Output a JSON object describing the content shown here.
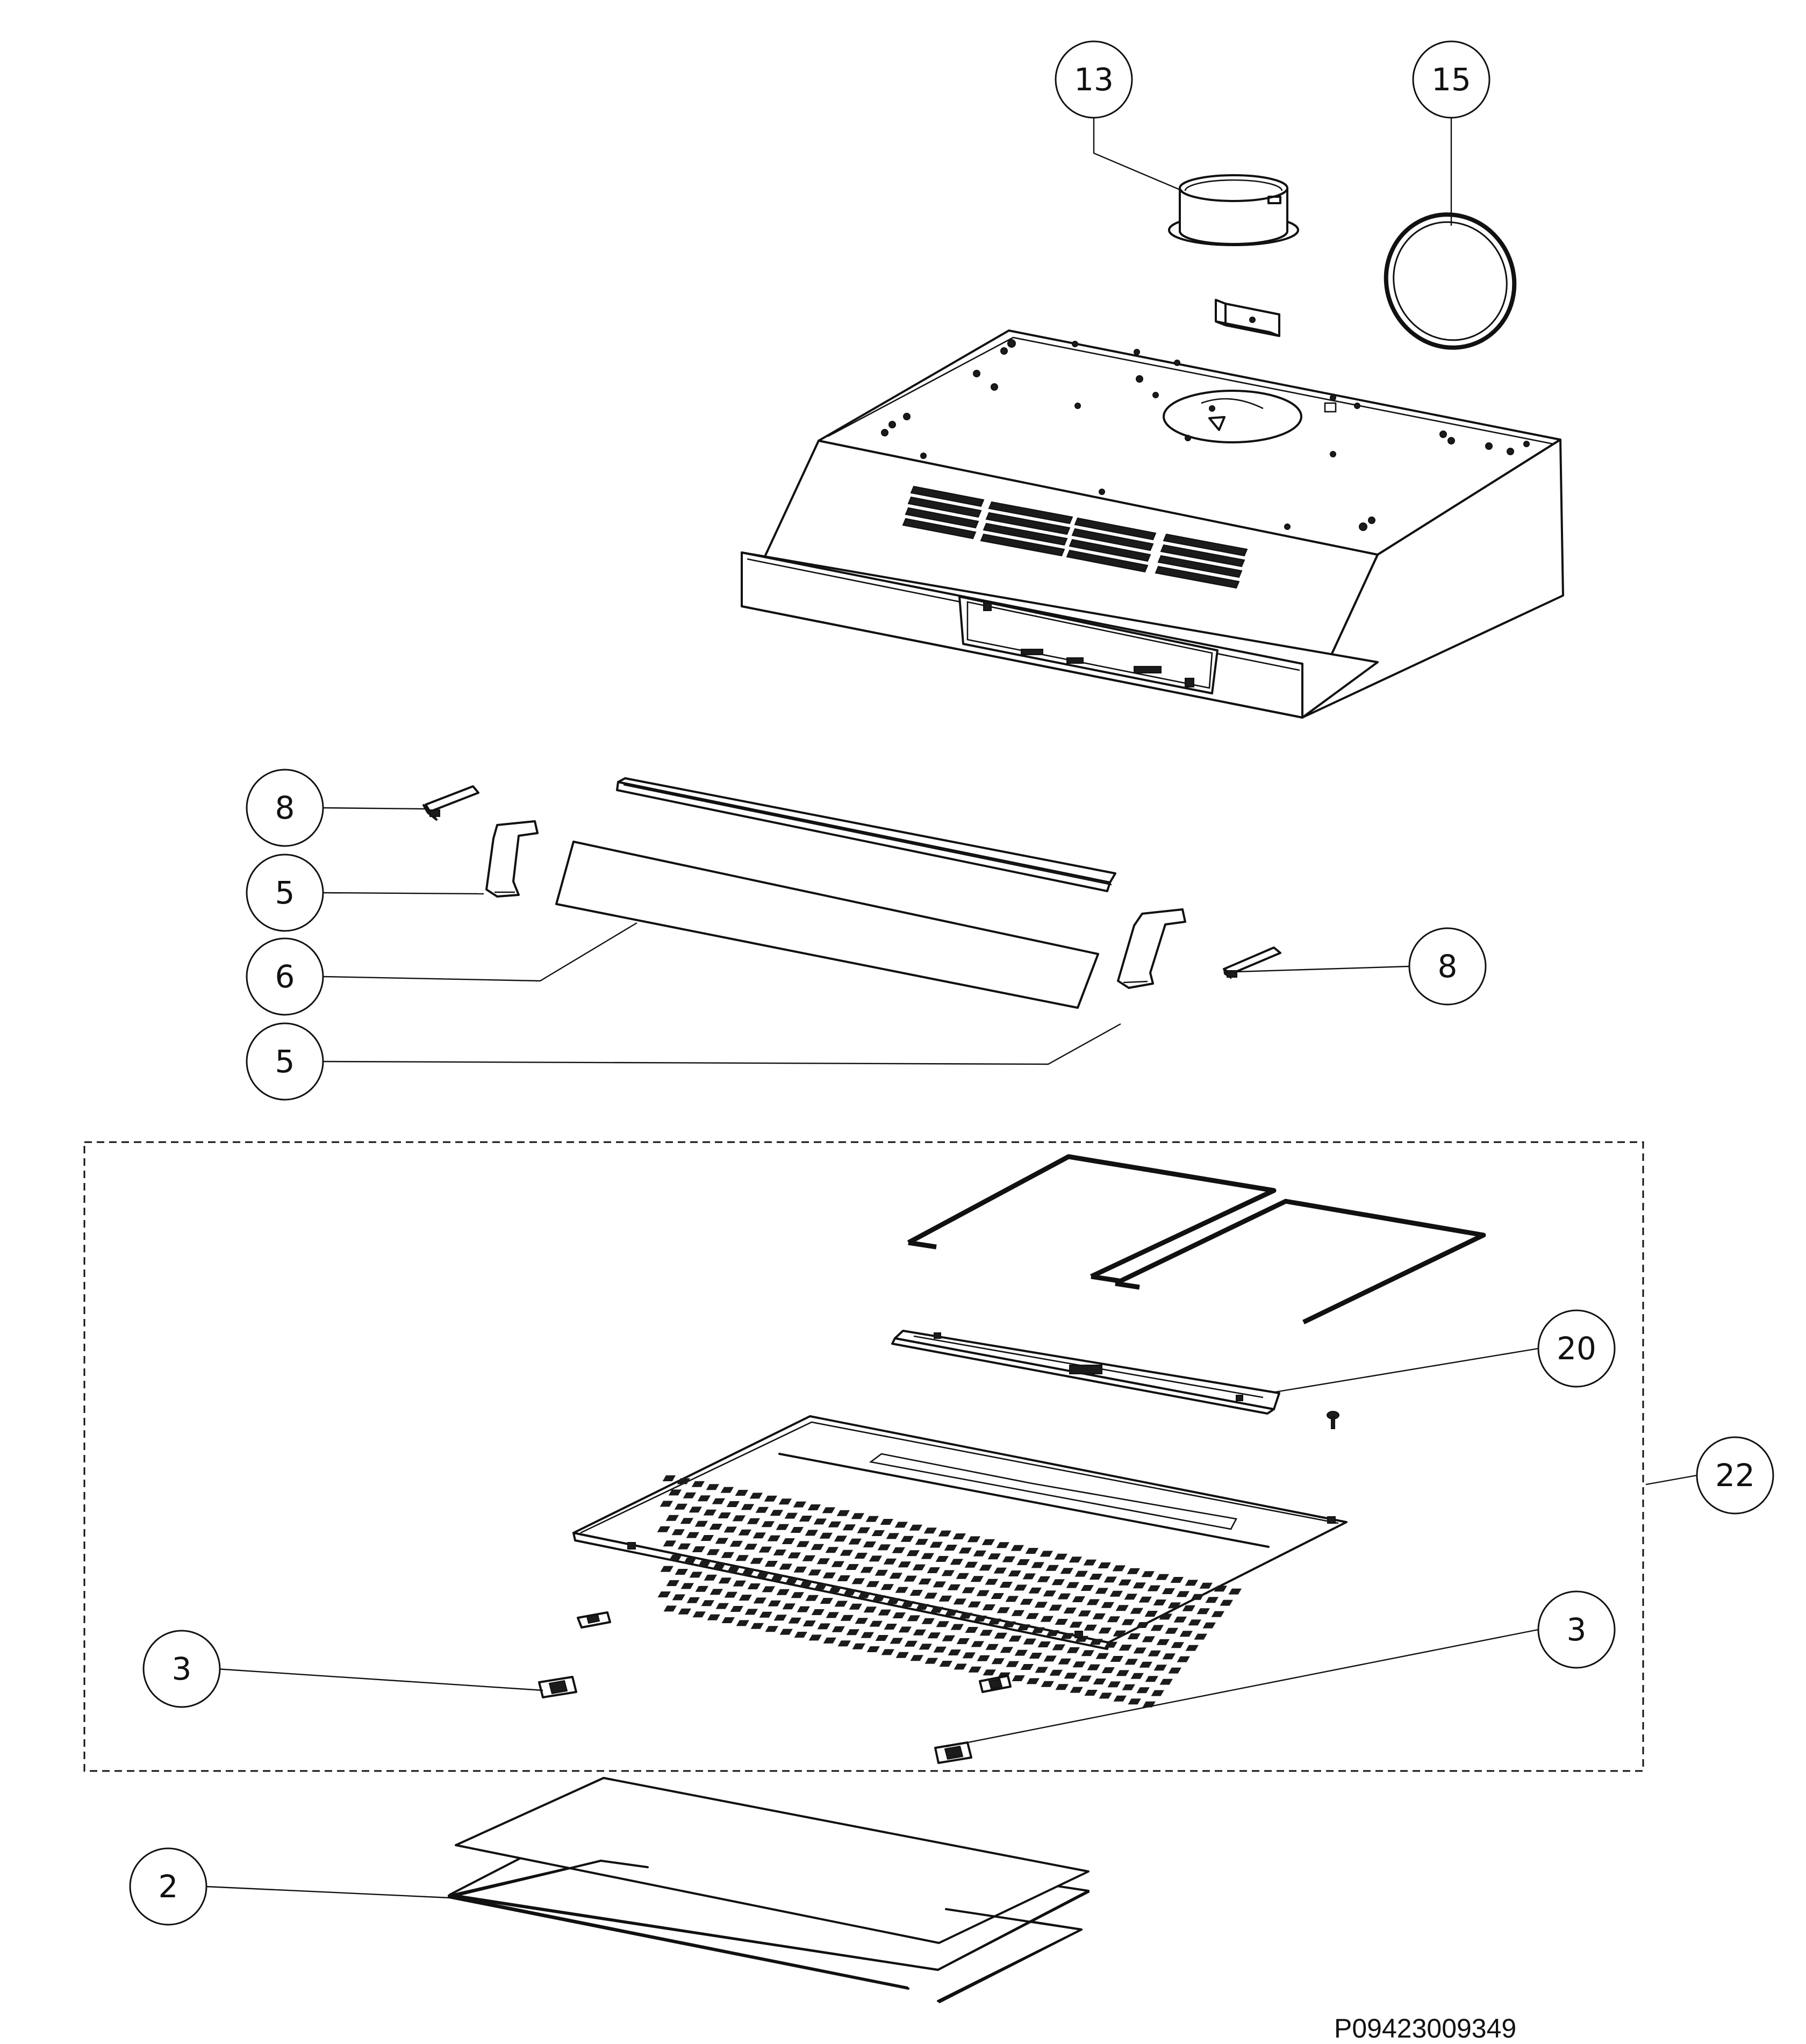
{
  "diagram": {
    "reference_code": "P09423009349",
    "callouts": {
      "c13": "13",
      "c15": "15",
      "c8a": "8",
      "c5a": "5",
      "c6": "6",
      "c5b": "5",
      "c8b": "8",
      "c20": "20",
      "c22": "22",
      "c3a": "3",
      "c3b": "3",
      "c2": "2"
    },
    "colors": {
      "line": "#111111",
      "background": "#ffffff"
    }
  }
}
